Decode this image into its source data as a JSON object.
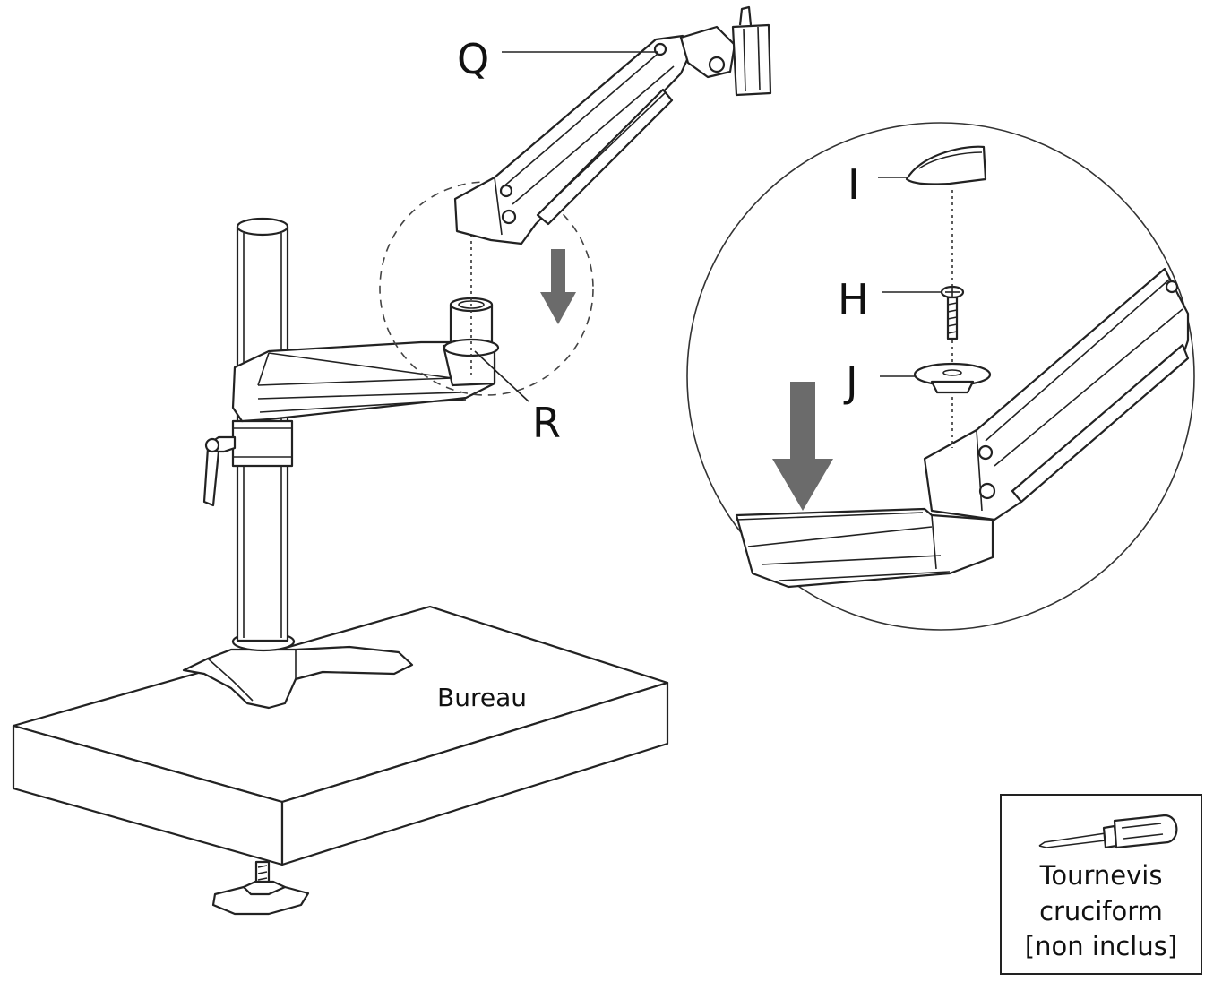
{
  "labels": {
    "Q": "Q",
    "R": "R",
    "I": "I",
    "H": "H",
    "J": "J",
    "desk": "Bureau"
  },
  "tool": {
    "line1": "Tournevis",
    "line2": "cruciform",
    "line3": "[non inclus]",
    "icon": "screwdriver-icon"
  },
  "colors": {
    "line": "#222222",
    "arrow": "#6b6b6b",
    "background": "#ffffff"
  }
}
